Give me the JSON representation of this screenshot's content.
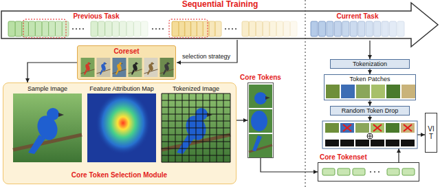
{
  "diagram": {
    "title": "Sequential Training",
    "nodes": [
      {
        "text": [
          "Coreset"
        ]
      },
      {
        "text": [
          "Sample Image",
          "Feature Attribution Map",
          "Tokenized Image",
          "Core Token Selection Module"
        ]
      },
      {
        "text": [
          "Core Tokens"
        ]
      },
      {
        "text": [
          "Tokenization"
        ]
      },
      {
        "text": [
          "Token Patches"
        ]
      },
      {
        "text": [
          "Random Token Drop"
        ]
      },
      {
        "text": [
          "VIT"
        ]
      },
      {
        "text": [
          "Core Tokenset"
        ]
      }
    ],
    "edges": [
      {
        "from": 0,
        "to": 1,
        "arrow": "to"
      },
      {
        "from": 1,
        "to": 2,
        "arrow": "to"
      },
      {
        "from": 2,
        "to": 7,
        "arrow": "to"
      },
      {
        "from": 3,
        "to": 4,
        "arrow": "to"
      },
      {
        "from": 4,
        "to": 5,
        "arrow": "to"
      }
    ],
    "labels": [
      "Previous Task",
      "Current Task",
      "selection strategy"
    ]
  }
}
